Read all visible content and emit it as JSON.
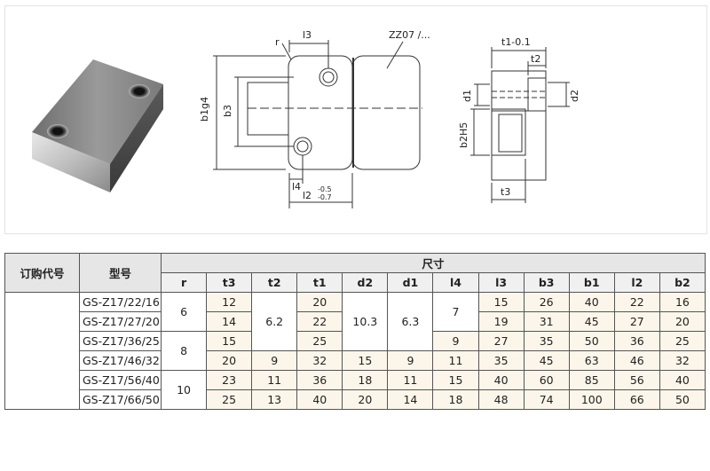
{
  "drawing": {
    "labels": {
      "r": "r",
      "l3": "l3",
      "zz07": "ZZ07 /...",
      "b1g4": "b1g4",
      "b3": "b3",
      "l4": "l4",
      "l2": "l2",
      "l2_tol_upper": "-0.5",
      "l2_tol_lower": "-0.7",
      "t1": "t1-0.1",
      "t2": "t2",
      "d1": "d1",
      "d2": "d2",
      "b2h5": "b2H5",
      "t3": "t3"
    }
  },
  "table": {
    "header": {
      "order_code": "订购代号",
      "model": "型号",
      "dimensions": "尺寸",
      "columns": [
        "r",
        "t3",
        "t2",
        "t1",
        "d2",
        "d1",
        "l4",
        "l3",
        "b3",
        "b1",
        "l2",
        "b2"
      ]
    },
    "rows": [
      {
        "model": "GS-Z17/22/16",
        "r": "6",
        "t3": "12",
        "t2": "6.2",
        "t1": "20",
        "d2": "10.3",
        "d1": "6.3",
        "l4": "7",
        "l3": "15",
        "b3": "26",
        "b1": "40",
        "l2": "22",
        "b2": "16"
      },
      {
        "model": "GS-Z17/27/20",
        "r": "6",
        "t3": "14",
        "t2": "6.2",
        "t1": "22",
        "d2": "10.3",
        "d1": "6.3",
        "l4": "7",
        "l3": "19",
        "b3": "31",
        "b1": "45",
        "l2": "27",
        "b2": "20"
      },
      {
        "model": "GS-Z17/36/25",
        "r": "8",
        "t3": "15",
        "t2": "6.2",
        "t1": "25",
        "d2": "10.3",
        "d1": "6.3",
        "l4": "9",
        "l3": "27",
        "b3": "35",
        "b1": "50",
        "l2": "36",
        "b2": "25"
      },
      {
        "model": "GS-Z17/46/32",
        "r": "8",
        "t3": "20",
        "t2": "9",
        "t1": "32",
        "d2": "15",
        "d1": "9",
        "l4": "11",
        "l3": "35",
        "b3": "45",
        "b1": "63",
        "l2": "46",
        "b2": "32"
      },
      {
        "model": "GS-Z17/56/40",
        "r": "10",
        "t3": "23",
        "t2": "11",
        "t1": "36",
        "d2": "18",
        "d1": "11",
        "l4": "15",
        "l3": "40",
        "b3": "60",
        "b1": "85",
        "l2": "56",
        "b2": "40"
      },
      {
        "model": "GS-Z17/66/50",
        "r": "10",
        "t3": "25",
        "t2": "13",
        "t1": "40",
        "d2": "20",
        "d1": "14",
        "l4": "18",
        "l3": "48",
        "b3": "74",
        "b1": "100",
        "l2": "66",
        "b2": "50"
      }
    ]
  }
}
